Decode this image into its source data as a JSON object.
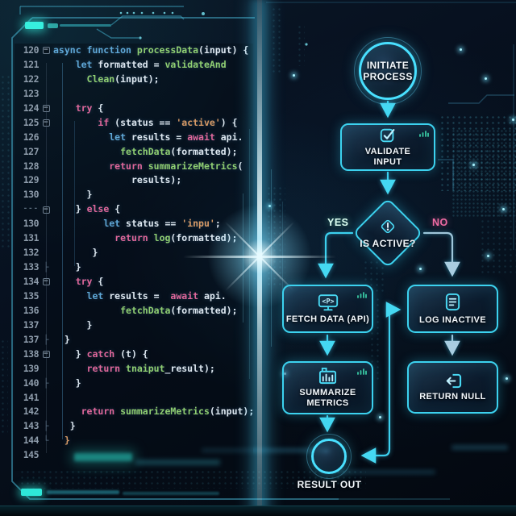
{
  "colors": {
    "accent_cyan": "#3cd2ef",
    "beam_core": "#f2fdff",
    "keyword_blue": "#5fa8d8",
    "keyword_pink": "#e0679b",
    "function_green": "#90cf72",
    "string_orange": "#d79a66",
    "code_text": "#dde7f0",
    "line_number_gray": "#8e9cab",
    "yes_label_color": "#dcfff2",
    "no_label_color": "#f06ba4"
  },
  "editor": {
    "lines": [
      {
        "n": "120",
        "f": "m",
        "s": [
          [
            "async function ",
            "b"
          ],
          [
            "processData",
            "g"
          ],
          [
            "(input) {",
            "w"
          ]
        ]
      },
      {
        "n": "121",
        "f": "",
        "s": [
          [
            "    ",
            "w"
          ],
          [
            "let ",
            "b"
          ],
          [
            "formatted = ",
            "w"
          ],
          [
            "validateAnd",
            "g"
          ]
        ]
      },
      {
        "n": "122",
        "f": "",
        "s": [
          [
            "      ",
            "w"
          ],
          [
            "Clean",
            "g"
          ],
          [
            "(input);",
            "w"
          ]
        ]
      },
      {
        "n": "123",
        "f": "",
        "s": []
      },
      {
        "n": "124",
        "f": "m",
        "s": [
          [
            "    ",
            "w"
          ],
          [
            "try",
            "p"
          ],
          [
            " {",
            "w"
          ]
        ]
      },
      {
        "n": "125",
        "f": "m",
        "s": [
          [
            "        ",
            "w"
          ],
          [
            "if",
            "p"
          ],
          [
            " (status == ",
            "w"
          ],
          [
            "'active'",
            "o"
          ],
          [
            ") {",
            "w"
          ]
        ]
      },
      {
        "n": "126",
        "f": "",
        "s": [
          [
            "          ",
            "w"
          ],
          [
            "let ",
            "b"
          ],
          [
            "results = ",
            "w"
          ],
          [
            "await",
            "p"
          ],
          [
            " api.",
            "w"
          ]
        ]
      },
      {
        "n": "127",
        "f": "",
        "s": [
          [
            "            ",
            "w"
          ],
          [
            "fetchData",
            "g"
          ],
          [
            "(formatted);",
            "w"
          ]
        ]
      },
      {
        "n": "128",
        "f": "",
        "s": [
          [
            "          ",
            "w"
          ],
          [
            "return ",
            "p"
          ],
          [
            "summarizeMetrics",
            "g"
          ],
          [
            "(",
            "w"
          ]
        ]
      },
      {
        "n": "129",
        "f": "",
        "s": [
          [
            "              ",
            "w"
          ],
          [
            "results);",
            "w"
          ]
        ]
      },
      {
        "n": "130",
        "f": "",
        "s": [
          [
            "      ",
            "w"
          ],
          [
            "}",
            "w"
          ]
        ]
      },
      {
        "n": "---",
        "f": "m",
        "s": [
          [
            "    ",
            "w"
          ],
          [
            "}",
            "w"
          ],
          [
            " else",
            "p"
          ],
          [
            " {",
            "w"
          ]
        ]
      },
      {
        "n": "130",
        "f": "",
        "s": [
          [
            "         ",
            "w"
          ],
          [
            "let ",
            "b"
          ],
          [
            "status == ",
            "w"
          ],
          [
            "'inpu'",
            "o"
          ],
          [
            ";",
            "w"
          ]
        ]
      },
      {
        "n": "131",
        "f": "",
        "s": [
          [
            "           ",
            "w"
          ],
          [
            "return ",
            "p"
          ],
          [
            "log",
            "g"
          ],
          [
            "(formatted);",
            "w"
          ]
        ]
      },
      {
        "n": "132",
        "f": "",
        "s": [
          [
            "       ",
            "w"
          ],
          [
            "}",
            "w"
          ]
        ]
      },
      {
        "n": "133",
        "f": "t",
        "s": [
          [
            "    ",
            "w"
          ],
          [
            "}",
            "w"
          ]
        ]
      },
      {
        "n": "134",
        "f": "m",
        "s": [
          [
            "    ",
            "w"
          ],
          [
            "try",
            "p"
          ],
          [
            " {",
            "w"
          ]
        ]
      },
      {
        "n": "135",
        "f": "",
        "s": [
          [
            "      ",
            "w"
          ],
          [
            "let ",
            "b"
          ],
          [
            "results =  ",
            "w"
          ],
          [
            "await",
            "p"
          ],
          [
            " api.",
            "w"
          ]
        ]
      },
      {
        "n": "136",
        "f": "",
        "s": [
          [
            "            ",
            "w"
          ],
          [
            "fetchData",
            "g"
          ],
          [
            "(formatted);",
            "w"
          ]
        ]
      },
      {
        "n": "137",
        "f": "",
        "s": [
          [
            "      ",
            "w"
          ],
          [
            "}",
            "w"
          ]
        ]
      },
      {
        "n": "137",
        "f": "t",
        "s": [
          [
            "  ",
            "w"
          ],
          [
            "}",
            "w"
          ]
        ]
      },
      {
        "n": "138",
        "f": "m",
        "s": [
          [
            "    ",
            "w"
          ],
          [
            "}",
            "w"
          ],
          [
            " catch",
            "p"
          ],
          [
            " (t) {",
            "w"
          ]
        ]
      },
      {
        "n": "139",
        "f": "",
        "s": [
          [
            "      ",
            "w"
          ],
          [
            "return ",
            "p"
          ],
          [
            "tnaiput",
            "g"
          ],
          [
            "_result);",
            "w"
          ]
        ]
      },
      {
        "n": "140",
        "f": "t",
        "s": [
          [
            "    ",
            "w"
          ],
          [
            "}",
            "w"
          ]
        ]
      },
      {
        "n": "141",
        "f": "",
        "s": []
      },
      {
        "n": "142",
        "f": "",
        "s": [
          [
            "     ",
            "w"
          ],
          [
            "return ",
            "p"
          ],
          [
            "summarizeMetrics",
            "g"
          ],
          [
            "(input);",
            "w"
          ]
        ]
      },
      {
        "n": "143",
        "f": "t",
        "s": [
          [
            "   ",
            "w"
          ],
          [
            "}",
            "w"
          ]
        ]
      },
      {
        "n": "144",
        "f": "c",
        "s": [
          [
            "  ",
            "w"
          ],
          [
            "}",
            "o"
          ]
        ]
      },
      {
        "n": "145",
        "f": "",
        "s": []
      }
    ]
  },
  "flowchart": {
    "start": {
      "label": "INITIATE\nPROCESS"
    },
    "validate": {
      "label": "VALIDATE\nINPUT"
    },
    "decision": {
      "label": "IS ACTIVE?"
    },
    "yes_label": "YES",
    "no_label": "NO",
    "fetch": {
      "label": "FETCH DATA (API)"
    },
    "log": {
      "label": "LOG INACTIVE"
    },
    "summarize": {
      "label": "SUMMARIZE\nMETRICS"
    },
    "return_null": {
      "label": "RETURN NULL"
    },
    "result": {
      "label": "RESULT OUT"
    }
  }
}
